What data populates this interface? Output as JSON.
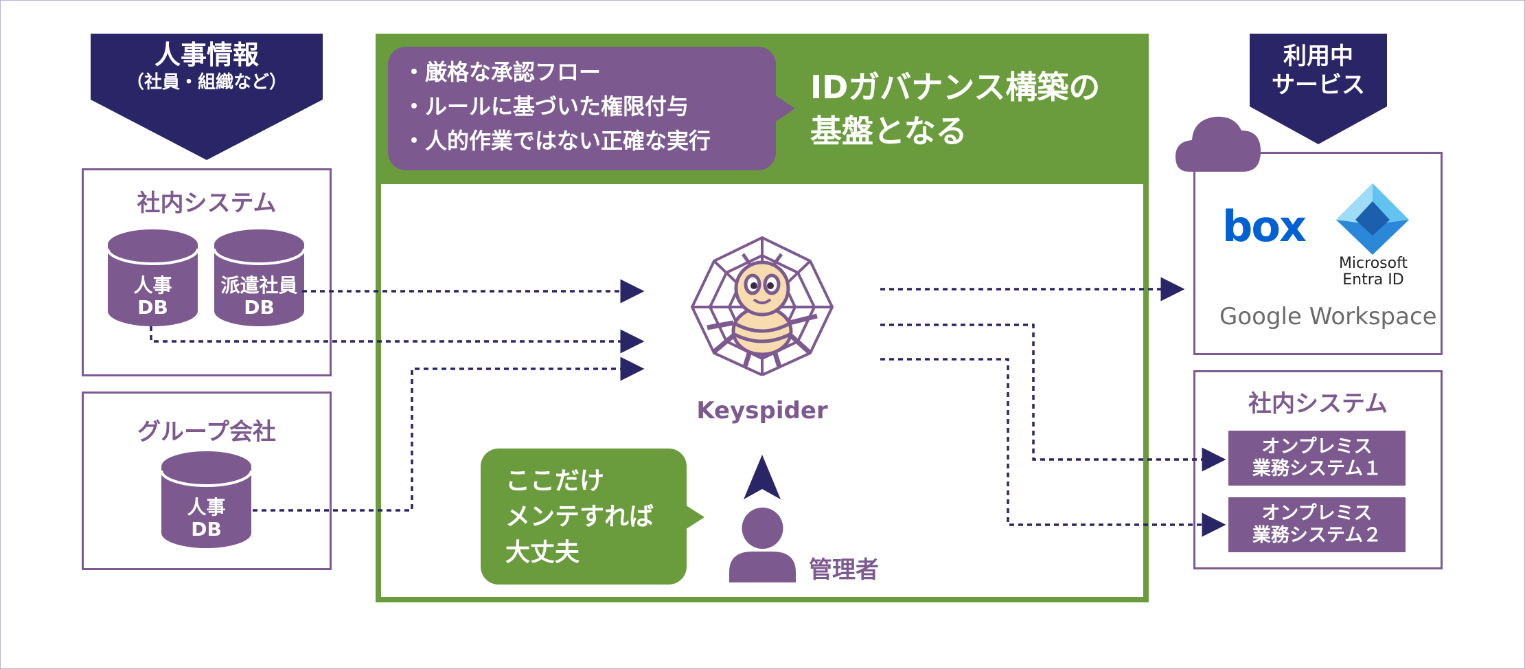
{
  "hr_source": {
    "title": "人事情報",
    "subtitle": "（社員・組織など）"
  },
  "internal_system_left": {
    "title": "社内システム",
    "db1": {
      "line1": "人事",
      "line2": "DB"
    },
    "db2": {
      "line1": "派遣社員",
      "line2": "DB"
    }
  },
  "group_company": {
    "title": "グループ会社",
    "db": {
      "line1": "人事",
      "line2": "DB"
    }
  },
  "governance": {
    "bullets": [
      "・厳格な承認フロー",
      "・ルールに基づいた権限付与",
      "・人的作業ではない正確な実行"
    ],
    "headline_line1": "IDガバナンス構築の",
    "headline_line2": "基盤となる"
  },
  "keyspider": {
    "label": "Keyspider"
  },
  "maintenance_note": {
    "line1": "ここだけ",
    "line2": "メンテすれば",
    "line3": "大丈夫"
  },
  "admin": {
    "label": "管理者"
  },
  "services": {
    "tag_line1": "利用中",
    "tag_line2": "サービス",
    "box_logo": "box",
    "microsoft_line1": "Microsoft",
    "microsoft_line2": "Entra ID",
    "google_part1": "Google",
    "google_part2": "Workspace"
  },
  "internal_system_right": {
    "title": "社内システム",
    "item1_line1": "オンプレミス",
    "item1_line2": "業務システム１",
    "item2_line1": "オンプレミス",
    "item2_line2": "業務システム２"
  },
  "colors": {
    "navy": "#2a2566",
    "purple": "#7c5a8f",
    "green": "#6a9c3d",
    "spider_body": "#f6dcae",
    "box_blue": "#0061d5",
    "google_gray": "#6b6b6b"
  }
}
